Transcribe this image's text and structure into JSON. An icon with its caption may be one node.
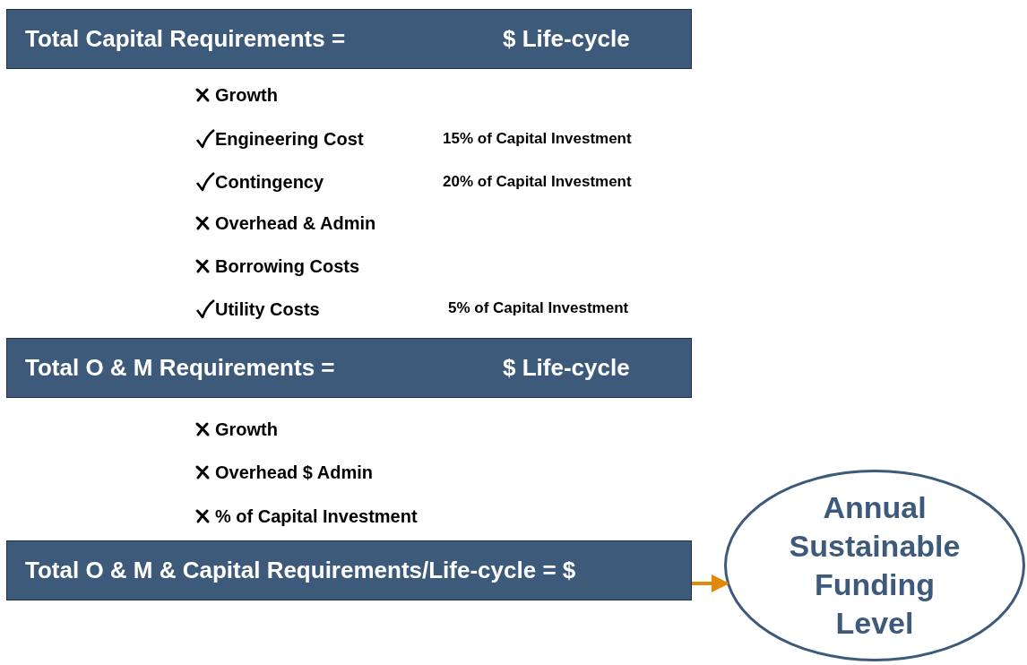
{
  "diagram": {
    "nodes": [
      {
        "text": [
          "Total Capital Requirements =",
          "$ Life-cycle"
        ]
      },
      {
        "text": [
          "Total O & M Requirements =",
          "$ Life-cycle"
        ]
      },
      {
        "text": [
          "Total O & M & Capital Requirements/Life-cycle = $"
        ]
      },
      {
        "text": [
          "Annual Sustainable Funding Level"
        ]
      }
    ],
    "edges": [
      {
        "from": 2,
        "to": 3,
        "arrow": "to",
        "color": "#e0890b"
      }
    ],
    "labels": [
      "Growth",
      "Engineering Cost",
      "15% of Capital Investment",
      "Contingency",
      "20% of Capital Investment",
      "Overhead & Admin",
      "Borrowing Costs",
      "Utility Costs",
      "5% of Capital Investment",
      "Growth",
      "Overhead $ Admin",
      "% of Capital Investment"
    ]
  }
}
